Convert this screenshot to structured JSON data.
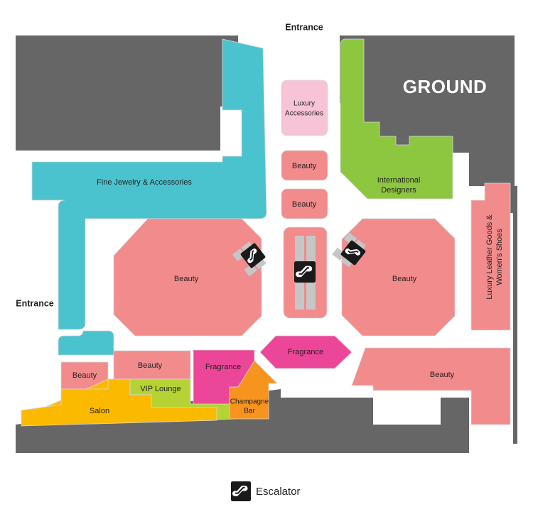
{
  "map": {
    "floor_title": "GROUND",
    "entrance_top_label": "Entrance",
    "entrance_left_label": "Entrance",
    "colors": {
      "building_gray": "#666666",
      "teal": "#4BC3CE",
      "green": "#8DC63F",
      "salmon": "#F28B8B",
      "pink_light": "#F7C4D7",
      "magenta": "#EC4699",
      "orange": "#F7941E",
      "yellow": "#FBBA00",
      "lime": "#B5D334",
      "escalator_black": "#1A1A1A",
      "escalator_gray": "#C6C6C6",
      "outline_white": "#FFFFFF"
    },
    "zones": [
      {
        "id": "fine-jewelry",
        "label": "Fine Jewelry & Accessories",
        "color": "#4BC3CE"
      },
      {
        "id": "luxury-accessories",
        "label": "Luxury Accessories",
        "line1": "Luxury",
        "line2": "Accessories",
        "color": "#F7C4D7"
      },
      {
        "id": "beauty-north-1",
        "label": "Beauty",
        "color": "#F28B8B"
      },
      {
        "id": "beauty-north-2",
        "label": "Beauty",
        "color": "#F28B8B"
      },
      {
        "id": "international-designers",
        "label": "International Designers",
        "line1": "International",
        "line2": "Designers",
        "color": "#8DC63F"
      },
      {
        "id": "beauty-west",
        "label": "Beauty",
        "color": "#F28B8B"
      },
      {
        "id": "beauty-east",
        "label": "Beauty",
        "color": "#F28B8B"
      },
      {
        "id": "luxury-leather",
        "label": "Luxury Leather Goods & Women's Shoes",
        "line1": "Luxury Leather Goods &",
        "line2": "Women's Shoes",
        "color": "#F28B8B"
      },
      {
        "id": "fragrance-center",
        "label": "Fragrance",
        "color": "#EC4699"
      },
      {
        "id": "fragrance-west",
        "label": "Fragrance",
        "color": "#EC4699"
      },
      {
        "id": "beauty-southeast",
        "label": "Beauty",
        "color": "#F28B8B"
      },
      {
        "id": "beauty-southwest-small",
        "label": "Beauty",
        "color": "#F28B8B"
      },
      {
        "id": "beauty-southwest-wide",
        "label": "Beauty",
        "color": "#F28B8B"
      },
      {
        "id": "vip-lounge",
        "label": "VIP Lounge",
        "color": "#B5D334"
      },
      {
        "id": "salon",
        "label": "Salon",
        "color": "#FBBA00"
      },
      {
        "id": "champagne-bar",
        "label": "Champagne Bar",
        "line1": "Champagne",
        "line2": "Bar",
        "color": "#F7941E"
      },
      {
        "id": "teal-annex",
        "label": "",
        "color": "#4BC3CE"
      }
    ],
    "escalators": [
      {
        "id": "escalator-west",
        "rotation": -38
      },
      {
        "id": "escalator-center",
        "rotation": 0
      },
      {
        "id": "escalator-east",
        "rotation": 38
      }
    ]
  },
  "legend": {
    "items": [
      {
        "icon": "escalator-icon",
        "label": "Escalator"
      }
    ]
  }
}
